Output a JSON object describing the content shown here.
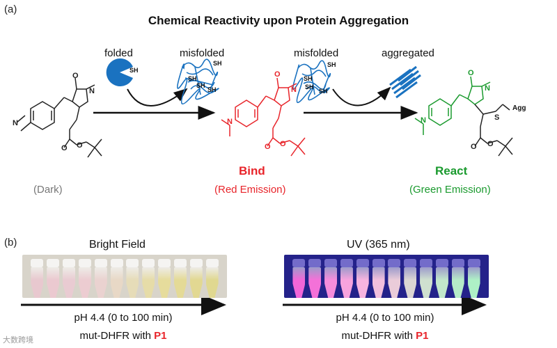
{
  "panel_a": {
    "label": "(a)",
    "title": "Chemical Reactivity upon Protein Aggregation",
    "states": {
      "folded": "folded",
      "misfolded_1": "misfolded",
      "misfolded_2": "misfolded",
      "aggregated": "aggregated"
    },
    "sh_label": "SH",
    "agg_label": "Agg",
    "dark_label": "(Dark)",
    "bind_label": "Bind",
    "bind_emission": "(Red Emission)",
    "react_label": "React",
    "react_emission": "(Green Emission)",
    "atom_labels": {
      "O": "O",
      "N": "N",
      "S": "S"
    },
    "colors": {
      "dark": "#222222",
      "bind": "#e8242a",
      "react": "#1a9a2e",
      "protein": "#1a72c0"
    }
  },
  "panel_b": {
    "label": "(b)",
    "bright_field_title": "Bright Field",
    "uv_title": "UV (365 nm)",
    "axis_caption_left": "pH 4.4 (0 to 100 min)",
    "axis_caption_right": "pH 4.4 (0 to 100 min)",
    "sample_prefix_left": "mut-DHFR with ",
    "sample_probe_left": "P1",
    "sample_prefix_right": "mut-DHFR with ",
    "sample_probe_right": "P1",
    "bright_tube_colors": [
      "#e8c8cf",
      "#ebc9d0",
      "#e9cbd2",
      "#ecccd1",
      "#ead2d0",
      "#e8d8c6",
      "#e6dcb8",
      "#e6dca8",
      "#e6dc9c",
      "#e4da96",
      "#e2d892",
      "#e0d890"
    ],
    "uv_tube_colors": [
      "#f266d8",
      "#f471d8",
      "#f68ddc",
      "#f7a3de",
      "#f7b4df",
      "#f2c0dd",
      "#eaccd9",
      "#dcd6d3",
      "#cfe0cf",
      "#c2e6cb",
      "#b6ebc8",
      "#aef0c6"
    ]
  },
  "watermark": "大数跨境"
}
